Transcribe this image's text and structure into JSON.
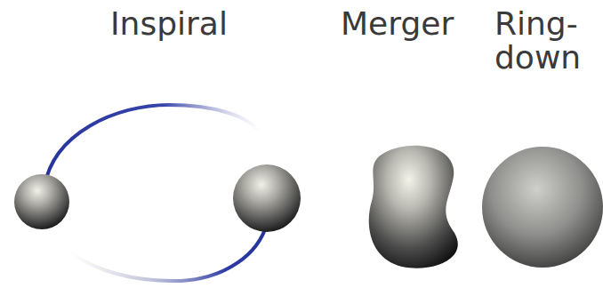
{
  "diagram": {
    "labels": [
      "Inspiral",
      "Merger",
      "Ring- down"
    ]
  }
}
